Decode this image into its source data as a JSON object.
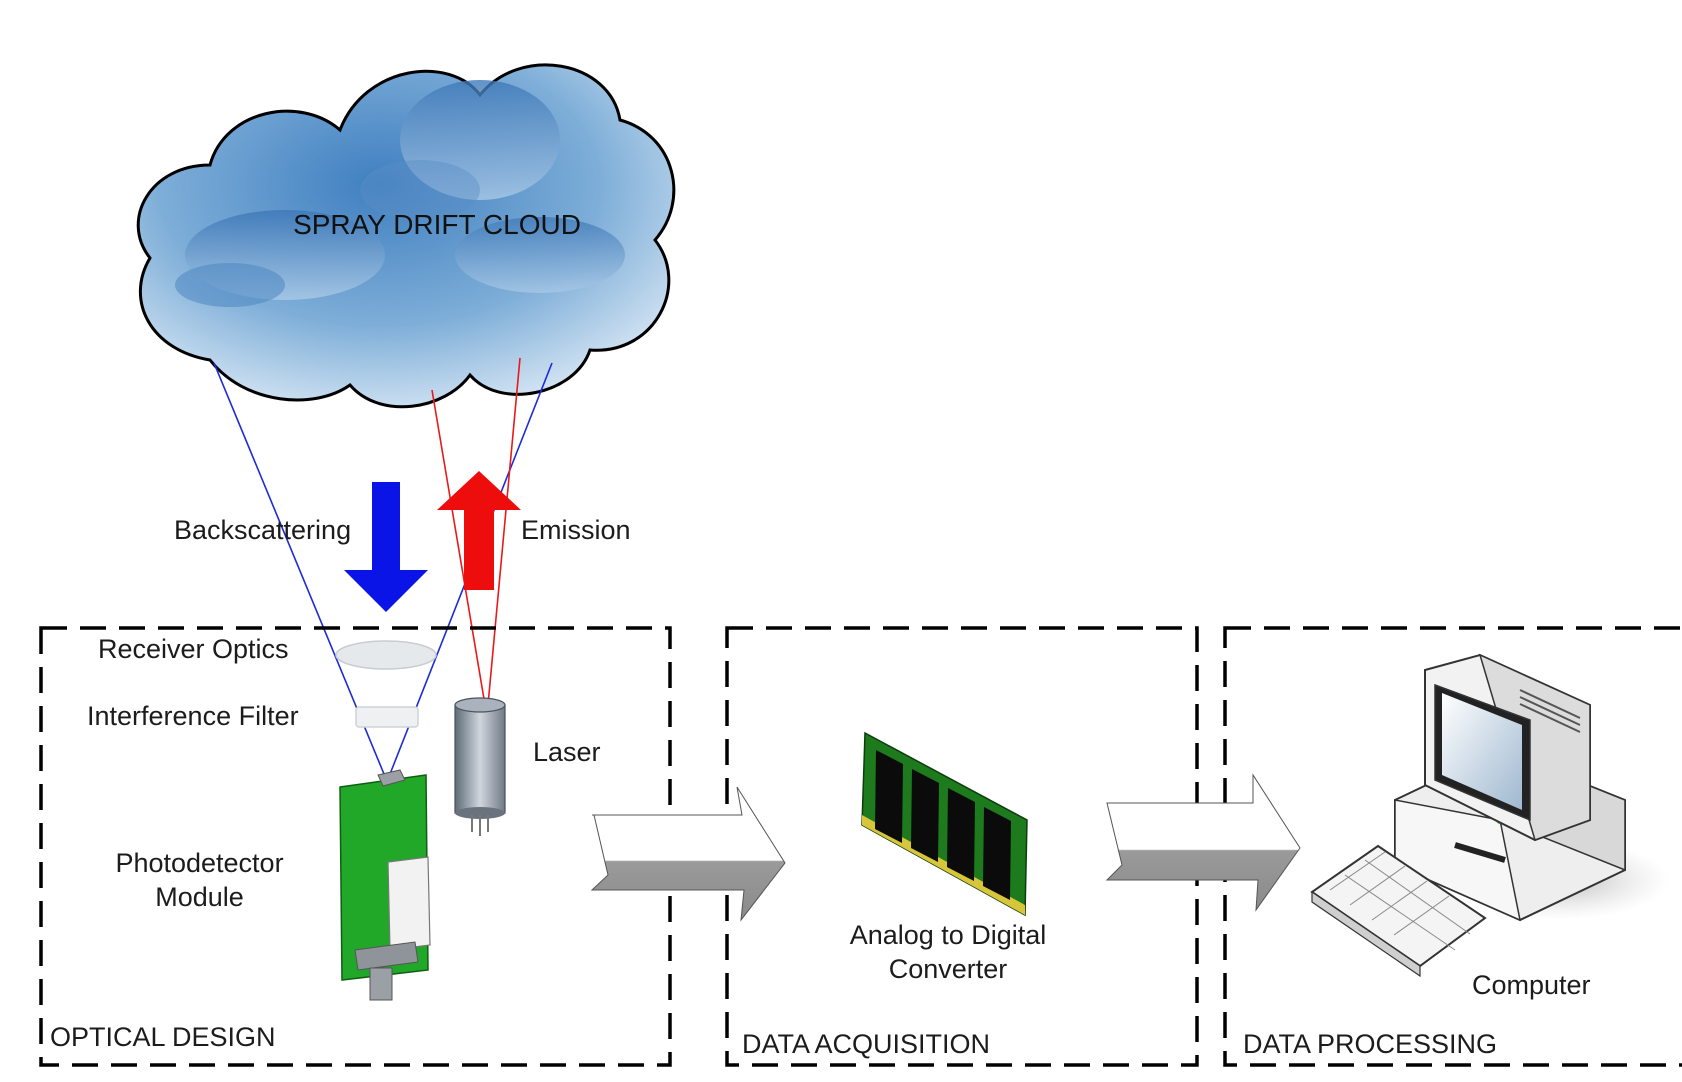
{
  "cloud": {
    "label": "SPRAY DRIFT CLOUD"
  },
  "arrows": {
    "backscattering": "Backscattering",
    "emission": "Emission",
    "backscattering_color": "#0a14e6",
    "emission_color": "#ee0d0d"
  },
  "components": {
    "receiver_optics": "Receiver Optics",
    "interference_filter": "Interference Filter",
    "laser": "Laser",
    "photodetector_line1": "Photodetector",
    "photodetector_line2": "Module",
    "adc_line1": "Analog to Digital",
    "adc_line2": "Converter",
    "computer": "Computer"
  },
  "sections": {
    "optical": "OPTICAL DESIGN",
    "acquisition": "DATA ACQUISITION",
    "processing": "DATA PROCESSING"
  }
}
